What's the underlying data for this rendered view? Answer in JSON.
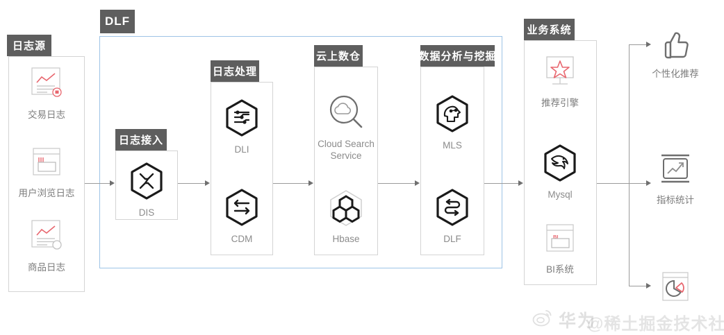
{
  "diagram": {
    "groups": {
      "log_source": {
        "title": "日志源"
      },
      "dlf": {
        "title": "DLF"
      },
      "log_ingest": {
        "title": "日志接入"
      },
      "log_process": {
        "title": "日志处理"
      },
      "cloud_dw": {
        "title": "云上数仓"
      },
      "analysis": {
        "title": "数据分析与挖掘"
      },
      "business": {
        "title": "业务系统"
      }
    },
    "log_source_items": [
      {
        "icon": "transaction-log-icon",
        "label": "交易日志"
      },
      {
        "icon": "user-browse-log-icon",
        "label": "用户浏览日志"
      },
      {
        "icon": "product-log-icon",
        "label": "商品日志"
      }
    ],
    "log_ingest_items": [
      {
        "icon": "dis-hexagon-icon",
        "label": "DIS"
      }
    ],
    "log_process_items": [
      {
        "icon": "dli-hexagon-icon",
        "label": "DLI"
      },
      {
        "icon": "cdm-hexagon-icon",
        "label": "CDM"
      }
    ],
    "cloud_dw_items": [
      {
        "icon": "cloud-search-icon",
        "label": "Cloud Search\nService"
      },
      {
        "icon": "hbase-hexagon-icon",
        "label": "Hbase"
      }
    ],
    "analysis_items": [
      {
        "icon": "mls-hexagon-icon",
        "label": "MLS"
      },
      {
        "icon": "dlf-hexagon-icon",
        "label": "DLF"
      }
    ],
    "business_items": [
      {
        "icon": "recommend-engine-icon",
        "label": "推荐引擎"
      },
      {
        "icon": "mysql-dolphin-icon",
        "label": "Mysql"
      },
      {
        "icon": "bi-system-icon",
        "label": "BI系统"
      }
    ],
    "outputs": [
      {
        "icon": "thumbs-up-icon",
        "label": "个性化推荐"
      },
      {
        "icon": "metrics-chart-icon",
        "label": "指标统计"
      },
      {
        "icon": "pie-chart-icon",
        "label": ""
      }
    ],
    "watermark": {
      "brand": "华为",
      "community": "@稀土掘金技术社区",
      "logo_icon": "weibo-icon"
    },
    "colors": {
      "header_bg": "#5e5e5e",
      "dlf_border": "#9dc3e6",
      "panel_border": "#d4d4d4",
      "accent_red": "#e8666e",
      "label_text": "#8b8b8b",
      "arrow": "#6f6f6f"
    }
  }
}
